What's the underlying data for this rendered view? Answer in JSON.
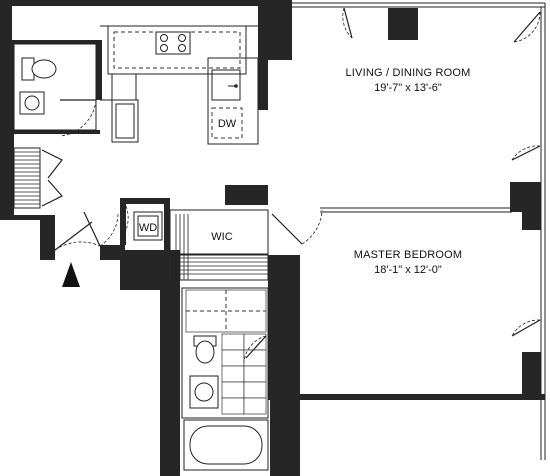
{
  "rooms": {
    "living": {
      "name": "LIVING / DINING ROOM",
      "dims": "19'-7\" x 13'-6\""
    },
    "master": {
      "name": "MASTER BEDROOM",
      "dims": "18'-1\" x 12'-0\""
    }
  },
  "labels": {
    "dishwasher": "DW",
    "washer_dryer": "WD",
    "walk_in_closet": "WIC"
  },
  "icons": {
    "north": "north-arrow-icon"
  },
  "colors": {
    "wall": "#262626",
    "line": "#222222",
    "background": "#ffffff"
  }
}
